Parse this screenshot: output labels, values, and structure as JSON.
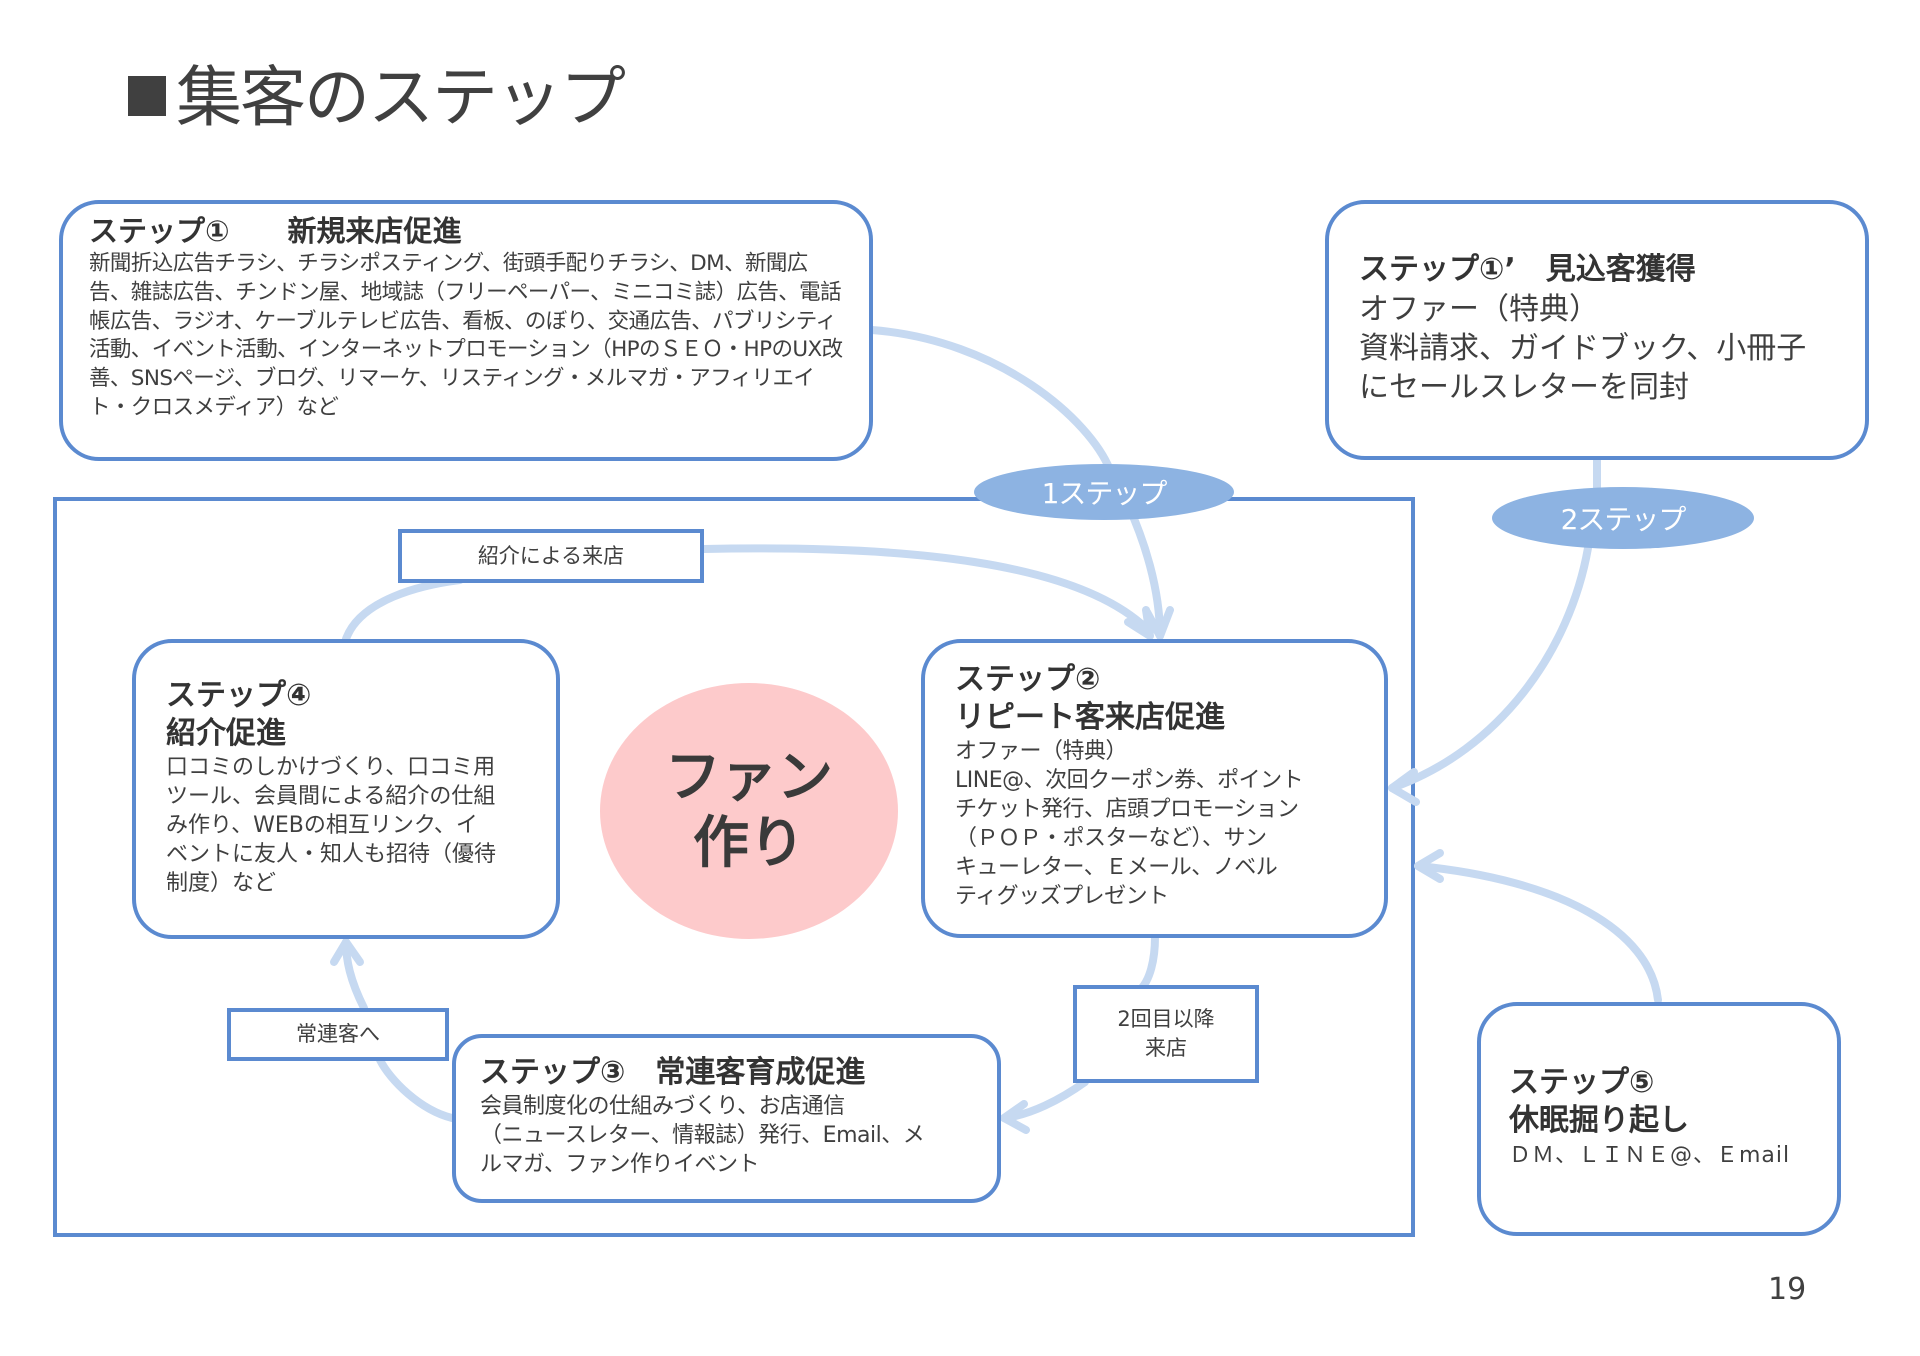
{
  "title": "集客のステップ",
  "title_bullet": "square-bullet",
  "colors": {
    "box_border": "#5b8ad0",
    "arrow": "#c6d9f1",
    "ellipse_fill": "#8db3e2",
    "center_fill": "#fdcacb",
    "text": "#404040"
  },
  "steps": {
    "step1": {
      "heading": "ステップ①　　新規来店促進",
      "body": "新聞折込広告チラシ、チラシポスティング、街頭手配りチラシ、DM、新聞広告、雑誌広告、チンドン屋、地域誌（フリーペーパー、ミニコミ誌）広告、電話帳広告、ラジオ、ケーブルテレビ広告、看板、のぼり、交通広告、パブリシティ活動、イベント活動、インターネットプロモーション（HPのＳＥＯ・HPのUX改善、SNSページ、ブログ、リマーケ、リスティング・メルマガ・アフィリエイト・クロスメディア）など"
    },
    "step1b": {
      "heading": "ステップ①’　見込客獲得",
      "lines": [
        "オファー（特典）",
        "資料請求、ガイドブック、小冊子",
        "にセールスレターを同封"
      ]
    },
    "step2": {
      "heading1": "ステップ②",
      "heading2": "リピート客来店促進",
      "lines": [
        "オファー（特典）",
        "LINE@、次回クーポン券、ポイント",
        "チケット発行、店頭プロモーション",
        "（ＰＯＰ・ポスターなど）、サン",
        "キューレター、Ｅメール、ノベル",
        "ティグッズプレゼント"
      ]
    },
    "step3": {
      "heading": "ステップ③　常連客育成促進",
      "lines": [
        "会員制度化の仕組みづくり、お店通信",
        "（ニュースレター、情報誌）発行、Email、メ",
        "ルマガ、ファン作りイベント"
      ]
    },
    "step4": {
      "heading1": "ステップ④",
      "heading2": "紹介促進",
      "lines": [
        "口コミのしかけづくり、口コミ用",
        "ツール、会員間による紹介の仕組",
        "み作り、WEBの相互リンク、イ",
        "ベントに友人・知人も招待（優待",
        "制度）など"
      ]
    },
    "step5": {
      "heading1": "ステップ⑤",
      "heading2": "休眠掘り起し",
      "body": "ＤＭ、ＬＩＮＥ@、Ｅmail"
    }
  },
  "center": {
    "line1": "ファン",
    "line2": "作り"
  },
  "badges": {
    "one_step": "1ステップ",
    "two_step": "2ステップ"
  },
  "labels": {
    "referral_visit": "紹介による来店",
    "to_regular": "常連客へ",
    "second_visit_line1": "2回目以降",
    "second_visit_line2": "来店"
  },
  "page_number": "19"
}
